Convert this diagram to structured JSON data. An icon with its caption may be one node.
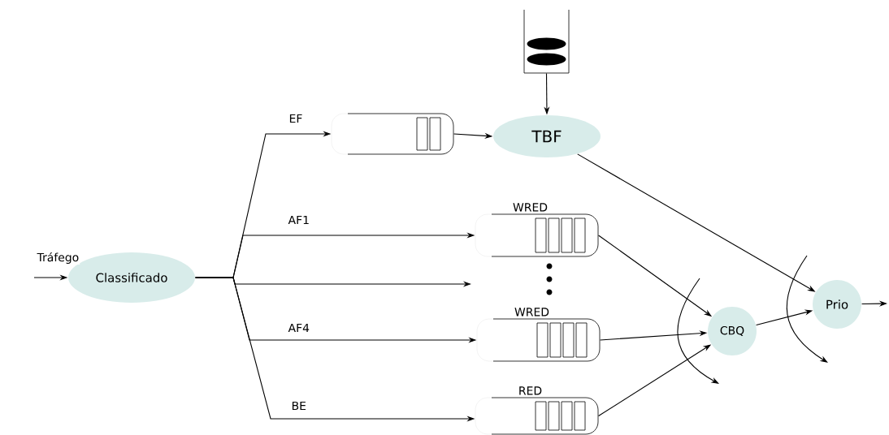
{
  "diagram": {
    "nodes": [
      {
        "text": [],
        "shape": "picture"
      },
      {
        "text": [],
        "shape": "box"
      },
      {
        "text": [
          "TBF"
        ]
      },
      {
        "text": [
          "WRED"
        ]
      },
      {
        "text": [
          "Classificado"
        ]
      },
      {
        "text": [
          "WRED"
        ]
      },
      {
        "text": [
          "CBQ"
        ]
      },
      {
        "text": [
          "Prio"
        ]
      },
      {
        "text": [
          "RED"
        ]
      }
    ],
    "edges": [
      {
        "from": null,
        "to": 4,
        "arrow": "to",
        "label": "Tráfego"
      },
      {
        "from": 4,
        "to": 1,
        "arrow": "to",
        "label": "EF"
      },
      {
        "from": 4,
        "to": 3,
        "arrow": "to",
        "label": "AF1"
      },
      {
        "from": 4,
        "to": null,
        "arrow": "to"
      },
      {
        "from": 4,
        "to": 5,
        "arrow": "to",
        "label": "AF4"
      },
      {
        "from": 4,
        "to": 8,
        "arrow": "to",
        "label": "BE"
      },
      {
        "from": 0,
        "to": 2,
        "arrow": "to"
      },
      {
        "from": 1,
        "to": 2,
        "arrow": "to"
      },
      {
        "from": 2,
        "to": 7,
        "arrow": "to"
      },
      {
        "from": 3,
        "to": 6,
        "arrow": "to"
      },
      {
        "from": 5,
        "to": 6,
        "arrow": "to"
      },
      {
        "from": 8,
        "to": 6,
        "arrow": "to"
      },
      {
        "from": 6,
        "to": 7,
        "arrow": "to"
      },
      {
        "from": 7,
        "to": null,
        "arrow": "to"
      }
    ]
  }
}
